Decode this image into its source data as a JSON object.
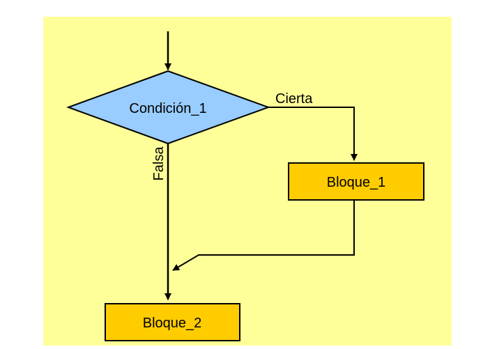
{
  "diagram": {
    "type": "flowchart",
    "decision": {
      "label": "Condición_1"
    },
    "edges": {
      "true_label": "Cierta",
      "false_label": "Falsa"
    },
    "blocks": [
      {
        "label": "Bloque_1"
      },
      {
        "label": "Bloque_2"
      }
    ]
  },
  "colors": {
    "page_bg": "#FFFFFF",
    "canvas_bg": "#FFFF99",
    "decision_fill": "#99CCFF",
    "block_fill": "#FFCC00",
    "stroke": "#000000"
  }
}
